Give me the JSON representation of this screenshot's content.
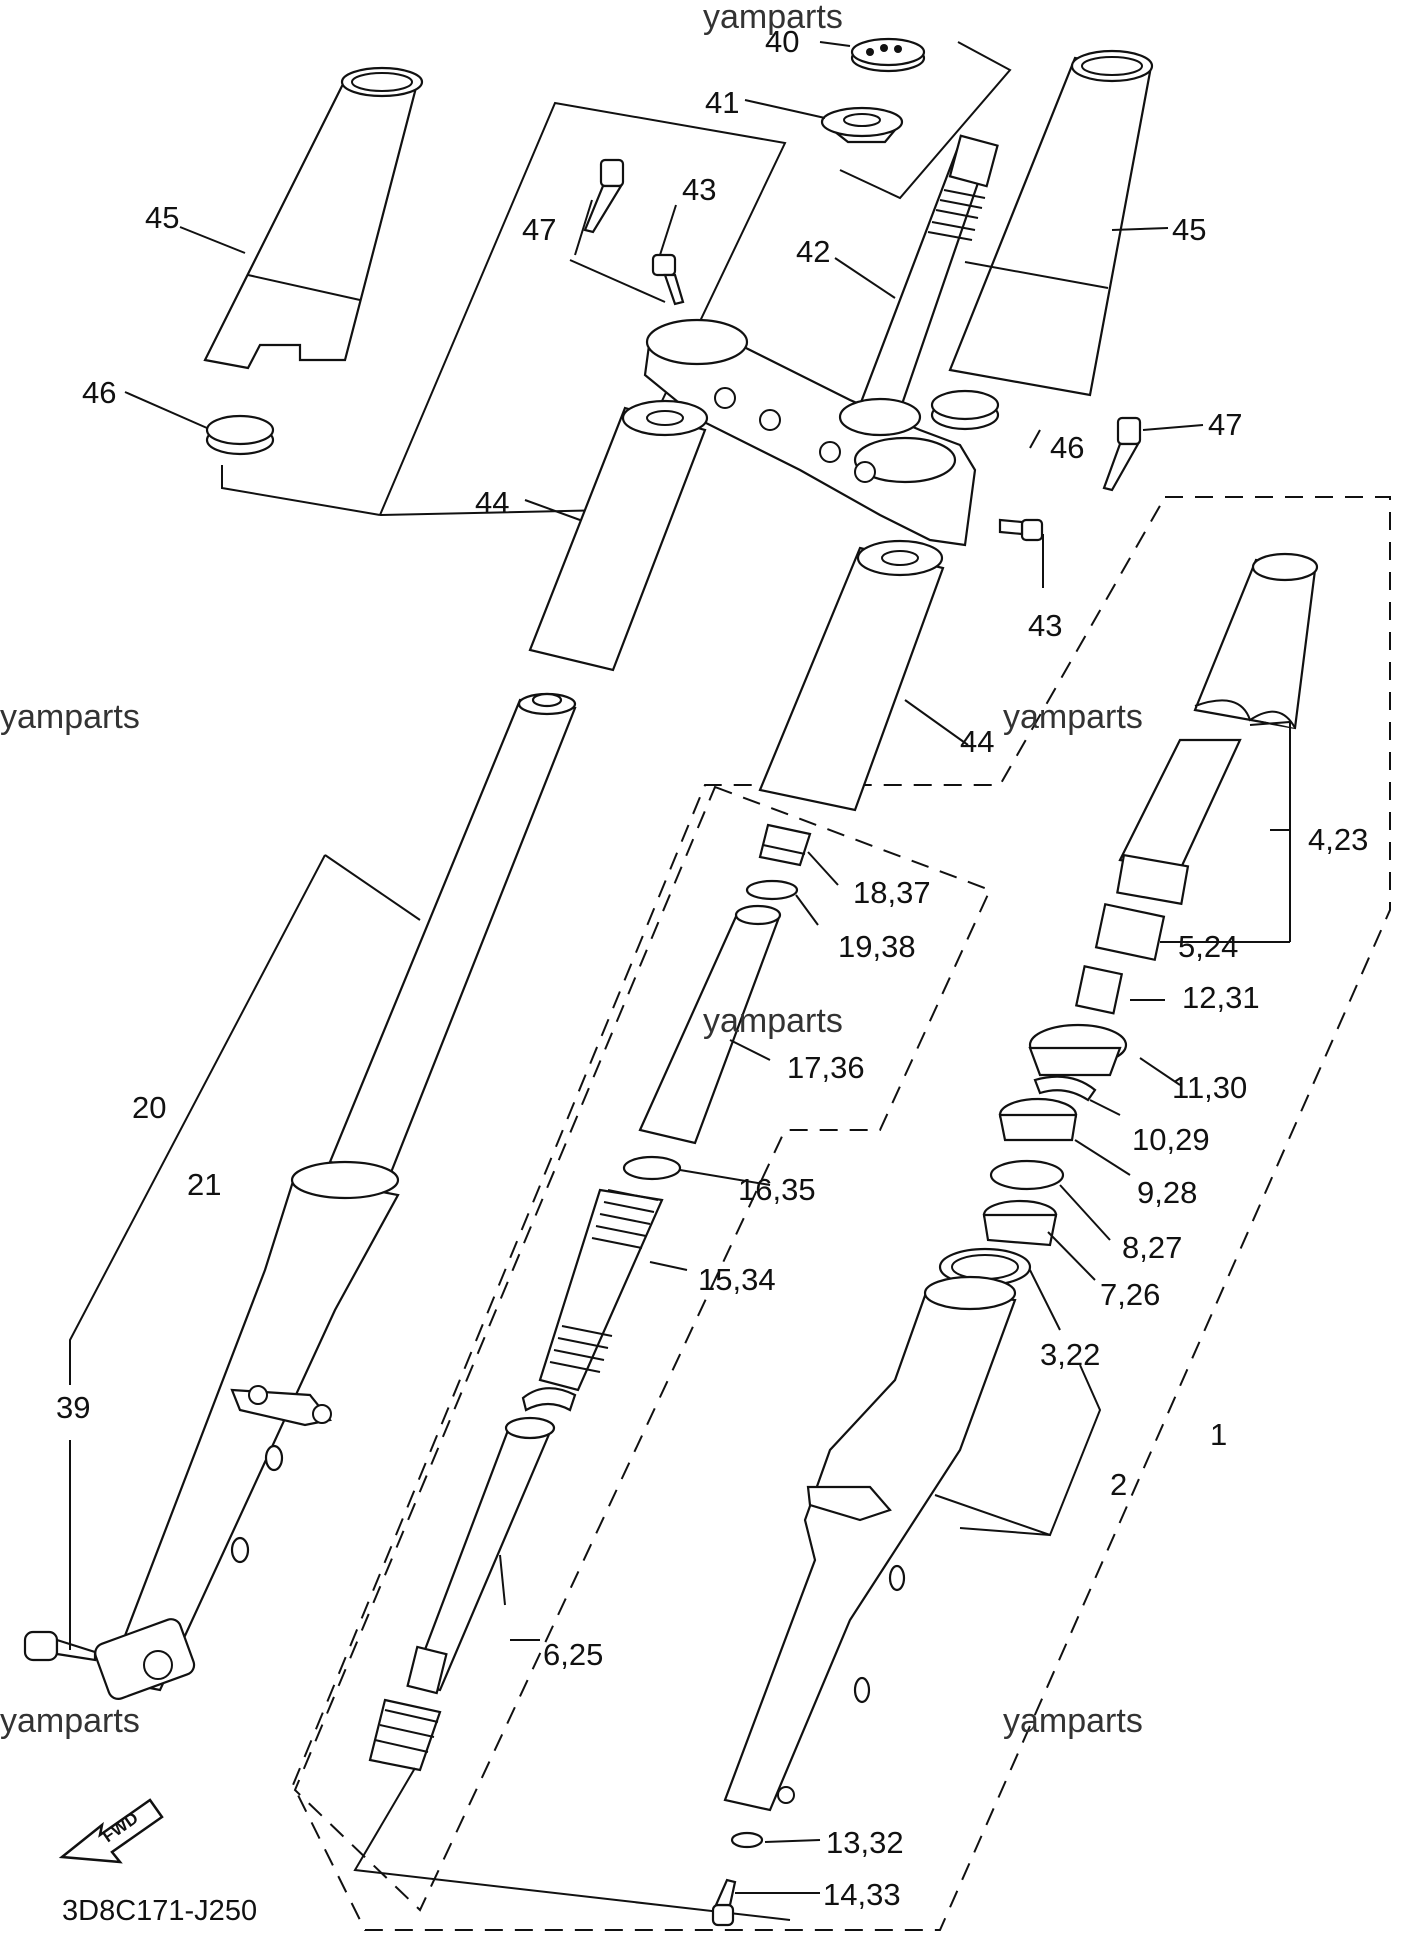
{
  "diagram": {
    "watermark": "yamparts",
    "part_code": "3D8C171-J250",
    "fwd_label": "FWD",
    "callouts": {
      "c40": "40",
      "c41": "41",
      "c42": "42",
      "c43a": "43",
      "c43b": "43",
      "c44a": "44",
      "c44b": "44",
      "c45a": "45",
      "c45b": "45",
      "c46a": "46",
      "c46b": "46",
      "c47a": "47",
      "c47b": "47",
      "c18": "18,37",
      "c19": "19,38",
      "c17": "17,36",
      "c16": "16,35",
      "c15": "15,34",
      "c6": "6,25",
      "c4": "4,23",
      "c5": "5,24",
      "c12": "12,31",
      "c11": "11,30",
      "c10": "10,29",
      "c9": "9,28",
      "c8": "8,27",
      "c7": "7,26",
      "c3": "3,22",
      "c2": "2",
      "c1": "1",
      "c13": "13,32",
      "c14": "14,33",
      "c20": "20",
      "c21": "21",
      "c39": "39"
    }
  }
}
